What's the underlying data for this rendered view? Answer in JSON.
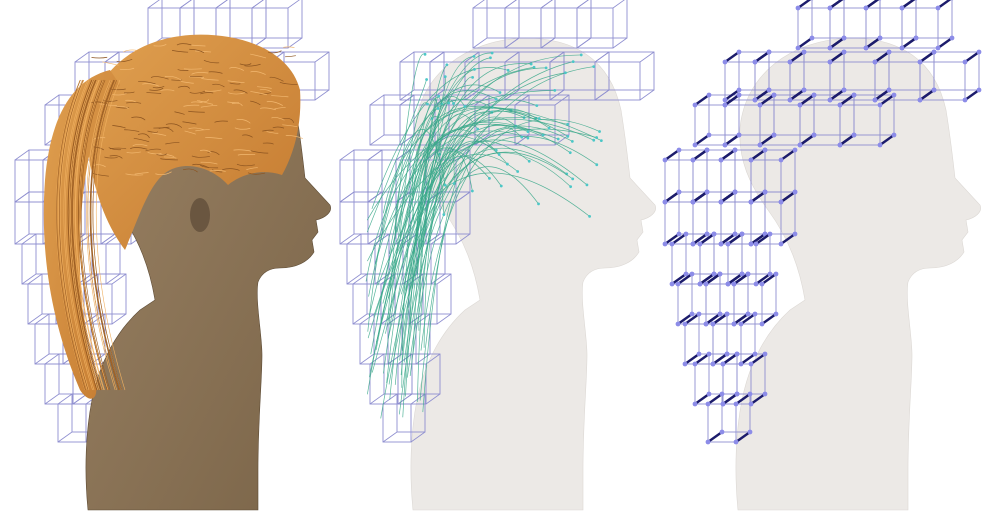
{
  "figure": {
    "panels": [
      {
        "id": "panel-1",
        "content": "rendered-hair-on-head",
        "colors": {
          "hair": "#c47a30",
          "hair_light": "#e0a050",
          "head": "#7a6448",
          "head_light": "#9a8264",
          "lattice": "#8f8fd0"
        }
      },
      {
        "id": "panel-2",
        "content": "guide-strands-on-transparent-head",
        "colors": {
          "strands": "#3aa88a",
          "strand_points": "#4cc7c7",
          "head": "#ece9e6",
          "lattice": "#8f8fd0"
        }
      },
      {
        "id": "panel-3",
        "content": "lattice-nodes-on-transparent-head",
        "colors": {
          "nodes": "#8c8ce8",
          "node_dark": "#1c1c6c",
          "head": "#ece9e6",
          "lattice": "#8f8fd0"
        }
      }
    ]
  }
}
